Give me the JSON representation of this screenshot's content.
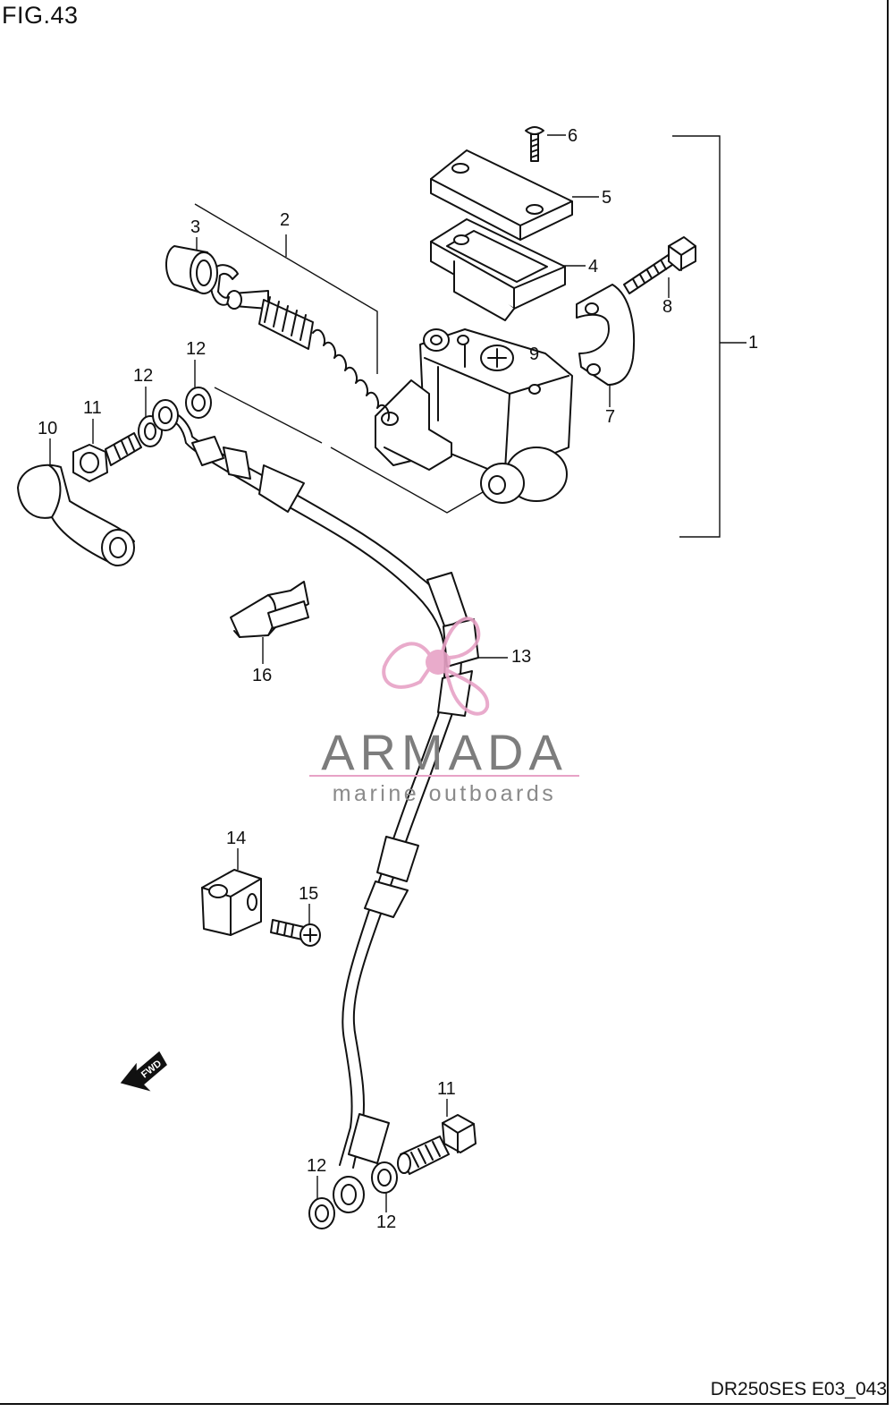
{
  "figure": {
    "title": "FIG.43",
    "code": "DR250SES E03_043",
    "fwd_label": "FWD"
  },
  "callouts": [
    {
      "id": "c1",
      "label": "1"
    },
    {
      "id": "c2",
      "label": "2"
    },
    {
      "id": "c3",
      "label": "3"
    },
    {
      "id": "c4",
      "label": "4"
    },
    {
      "id": "c5",
      "label": "5"
    },
    {
      "id": "c6",
      "label": "6"
    },
    {
      "id": "c7",
      "label": "7"
    },
    {
      "id": "c8",
      "label": "8"
    },
    {
      "id": "c9",
      "label": "9"
    },
    {
      "id": "c10",
      "label": "10"
    },
    {
      "id": "c11a",
      "label": "11"
    },
    {
      "id": "c11b",
      "label": "11"
    },
    {
      "id": "c12a",
      "label": "12"
    },
    {
      "id": "c12b",
      "label": "12"
    },
    {
      "id": "c12c",
      "label": "12"
    },
    {
      "id": "c12d",
      "label": "12"
    },
    {
      "id": "c13",
      "label": "13"
    },
    {
      "id": "c14",
      "label": "14"
    },
    {
      "id": "c15",
      "label": "15"
    },
    {
      "id": "c16",
      "label": "16"
    }
  ],
  "watermark": {
    "name": "ARMADA",
    "tagline": "marine outboards",
    "logo_color": "#e7a2c6",
    "text_color": "#7d7d7d"
  }
}
